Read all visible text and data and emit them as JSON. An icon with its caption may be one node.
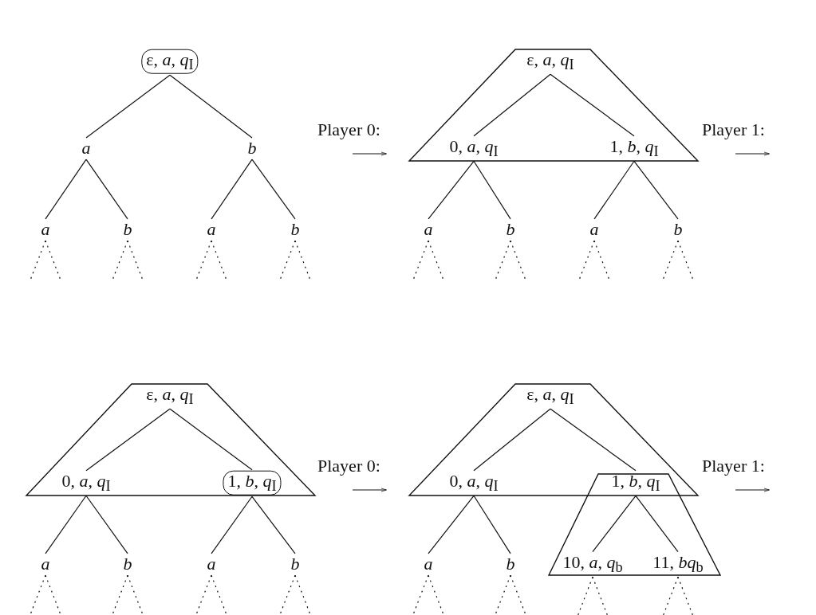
{
  "diagram": {
    "nodes": [
      {
        "text": [
          "ε, *a*, *q*$_{I}$"
        ]
      },
      {
        "text": [
          "a"
        ]
      },
      {
        "text": [
          "b"
        ]
      },
      {
        "text": [
          "a"
        ]
      },
      {
        "text": [
          "b"
        ]
      },
      {
        "text": [
          "a"
        ]
      },
      {
        "text": [
          "b"
        ]
      },
      {
        "text": [],
        "shape": "trapezoid"
      },
      {
        "text": [
          "ε, *a*, *q*$_{I}$"
        ],
        "in": 7
      },
      {
        "text": [
          "0, *a*, *q*$_{I}$"
        ],
        "in": 7
      },
      {
        "text": [
          "1, *b*, *q*$_{I}$"
        ],
        "in": 7
      },
      {
        "text": [
          "a"
        ]
      },
      {
        "text": [
          "b"
        ]
      },
      {
        "text": [
          "a"
        ]
      },
      {
        "text": [
          "b"
        ]
      },
      {
        "text": [],
        "shape": "trapezoid"
      },
      {
        "text": [
          "ε, *a*, *q*$_{I}$"
        ],
        "in": 15
      },
      {
        "text": [
          "0, *a*, *q*$_{I}$"
        ],
        "in": 15
      },
      {
        "text": [
          "1, *b*, *q*$_{I}$"
        ],
        "in": 15
      },
      {
        "text": [
          "a"
        ]
      },
      {
        "text": [
          "b"
        ]
      },
      {
        "text": [
          "a"
        ]
      },
      {
        "text": [
          "b"
        ]
      },
      {
        "text": [],
        "shape": "trapezoid"
      },
      {
        "text": [
          "ε, *a*, *q*$_{I}$"
        ],
        "in": 23
      },
      {
        "text": [
          "0, *a*, *q*$_{I}$"
        ],
        "in": 23
      },
      {
        "text": [],
        "shape": "trapezoid"
      },
      {
        "text": [
          "1, *b*, *q*$_{I}$"
        ]
      },
      {
        "text": [
          "10, *a*, *q*$_{b}$"
        ],
        "in": 26
      },
      {
        "text": [
          "11, *bq*$_{b}$"
        ],
        "in": 26
      },
      {
        "text": [
          "a"
        ]
      },
      {
        "text": [
          "b"
        ]
      }
    ],
    "edges": [
      {
        "from": 0,
        "to": 1,
        "arrow": "none"
      },
      {
        "from": 0,
        "to": 2,
        "arrow": "none"
      },
      {
        "from": 1,
        "to": 3,
        "arrow": "none"
      },
      {
        "from": 1,
        "to": 4,
        "arrow": "none"
      },
      {
        "from": 2,
        "to": 5,
        "arrow": "none"
      },
      {
        "from": 2,
        "to": 6,
        "arrow": "none"
      },
      {
        "from": 8,
        "to": 9,
        "arrow": "none"
      },
      {
        "from": 8,
        "to": 10,
        "arrow": "none"
      },
      {
        "from": 9,
        "to": 11,
        "arrow": "none"
      },
      {
        "from": 9,
        "to": 12,
        "arrow": "none"
      },
      {
        "from": 10,
        "to": 13,
        "arrow": "none"
      },
      {
        "from": 10,
        "to": 14,
        "arrow": "none"
      },
      {
        "from": 16,
        "to": 17,
        "arrow": "none"
      },
      {
        "from": 16,
        "to": 18,
        "arrow": "none"
      },
      {
        "from": 17,
        "to": 19,
        "arrow": "none"
      },
      {
        "from": 17,
        "to": 20,
        "arrow": "none"
      },
      {
        "from": 18,
        "to": 21,
        "arrow": "none"
      },
      {
        "from": 18,
        "to": 22,
        "arrow": "none"
      },
      {
        "from": 24,
        "to": 25,
        "arrow": "none"
      },
      {
        "from": 24,
        "to": 27,
        "arrow": "none"
      },
      {
        "from": 25,
        "to": 30,
        "arrow": "none"
      },
      {
        "from": 25,
        "to": 31,
        "arrow": "none"
      },
      {
        "from": 27,
        "to": 28,
        "arrow": "none"
      },
      {
        "from": 27,
        "to": 29,
        "arrow": "none"
      },
      {
        "from": 3,
        "to": null,
        "arrow": "none",
        "style": "dashed"
      },
      {
        "from": 3,
        "to": null,
        "arrow": "none",
        "style": "dashed"
      },
      {
        "from": 4,
        "to": null,
        "arrow": "none",
        "style": "dashed"
      },
      {
        "from": 4,
        "to": null,
        "arrow": "none",
        "style": "dashed"
      },
      {
        "from": 5,
        "to": null,
        "arrow": "none",
        "style": "dashed"
      },
      {
        "from": 5,
        "to": null,
        "arrow": "none",
        "style": "dashed"
      },
      {
        "from": 6,
        "to": null,
        "arrow": "none",
        "style": "dashed"
      },
      {
        "from": 6,
        "to": null,
        "arrow": "none",
        "style": "dashed"
      },
      {
        "from": 11,
        "to": null,
        "arrow": "none",
        "style": "dashed"
      },
      {
        "from": 11,
        "to": null,
        "arrow": "none",
        "style": "dashed"
      },
      {
        "from": 12,
        "to": null,
        "arrow": "none",
        "style": "dashed"
      },
      {
        "from": 12,
        "to": null,
        "arrow": "none",
        "style": "dashed"
      },
      {
        "from": 13,
        "to": null,
        "arrow": "none",
        "style": "dashed"
      },
      {
        "from": 13,
        "to": null,
        "arrow": "none",
        "style": "dashed"
      },
      {
        "from": 14,
        "to": null,
        "arrow": "none",
        "style": "dashed"
      },
      {
        "from": 14,
        "to": null,
        "arrow": "none",
        "style": "dashed"
      },
      {
        "from": 19,
        "to": null,
        "arrow": "none",
        "style": "dashed"
      },
      {
        "from": 19,
        "to": null,
        "arrow": "none",
        "style": "dashed"
      },
      {
        "from": 20,
        "to": null,
        "arrow": "none",
        "style": "dashed"
      },
      {
        "from": 20,
        "to": null,
        "arrow": "none",
        "style": "dashed"
      },
      {
        "from": 21,
        "to": null,
        "arrow": "none",
        "style": "dashed"
      },
      {
        "from": 21,
        "to": null,
        "arrow": "none",
        "style": "dashed"
      },
      {
        "from": 22,
        "to": null,
        "arrow": "none",
        "style": "dashed"
      },
      {
        "from": 22,
        "to": null,
        "arrow": "none",
        "style": "dashed"
      },
      {
        "from": 30,
        "to": null,
        "arrow": "none",
        "style": "dashed"
      },
      {
        "from": 30,
        "to": null,
        "arrow": "none",
        "style": "dashed"
      },
      {
        "from": 31,
        "to": null,
        "arrow": "none",
        "style": "dashed"
      },
      {
        "from": 31,
        "to": null,
        "arrow": "none",
        "style": "dashed"
      },
      {
        "from": 28,
        "to": null,
        "arrow": "none",
        "style": "dashed"
      },
      {
        "from": 28,
        "to": null,
        "arrow": "none",
        "style": "dashed"
      },
      {
        "from": 29,
        "to": null,
        "arrow": "none",
        "style": "dashed"
      },
      {
        "from": 29,
        "to": null,
        "arrow": "none",
        "style": "dashed"
      }
    ],
    "labels": [
      "Player 0:",
      "Player 1:",
      "Player 0:",
      "Player 1:"
    ]
  }
}
